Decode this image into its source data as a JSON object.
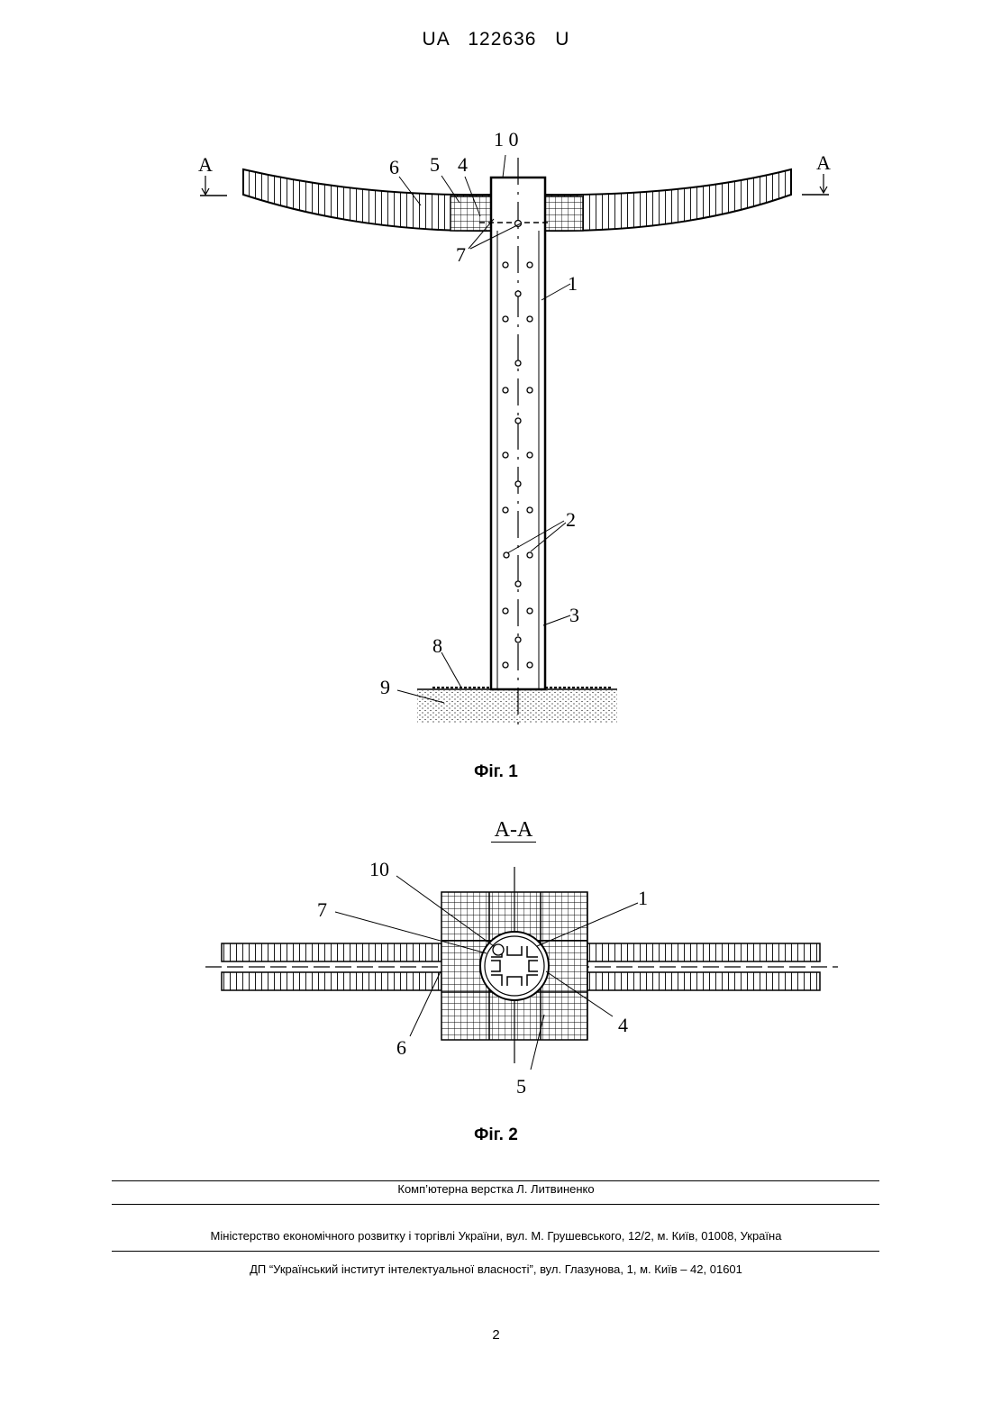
{
  "header": {
    "doc_number": "UA   122636   U"
  },
  "figure1": {
    "caption": "Фіг. 1",
    "section_mark": "A",
    "labels": {
      "l10": "1 0",
      "l6": "6",
      "l5": "5",
      "l4": "4",
      "l7": "7",
      "l1": "1",
      "l2": "2",
      "l3": "3",
      "l8": "8",
      "l9": "9"
    }
  },
  "figure2": {
    "title": "A-A",
    "caption": "Фіг. 2",
    "labels": {
      "l10": "10",
      "l7": "7",
      "l1": "1",
      "l6": "6",
      "l4": "4",
      "l5": "5"
    }
  },
  "footer": {
    "layout_credit": "Комп’ютерна верстка Л. Литвиненко",
    "ministry": "Міністерство економічного розвитку і торгівлі України, вул. М. Грушевського, 12/2, м. Київ, 01008, Україна",
    "institute": "ДП “Український інститут інтелектуальної власності”, вул. Глазунова, 1, м. Київ – 42, 01601",
    "page_number": "2"
  }
}
